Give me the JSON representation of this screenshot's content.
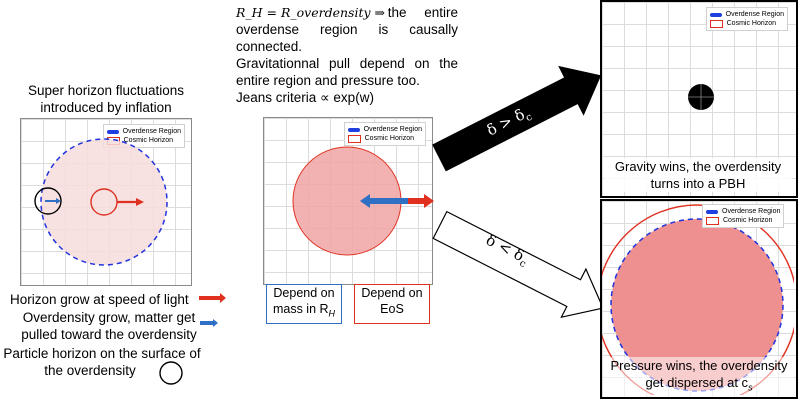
{
  "top_text": {
    "line1_math": "R_H = R_overdensity ⇒",
    "line1_rest": "the entire",
    "line2": "overdense region is causally",
    "line3": "connected.",
    "line4": "Gravitationnal pull depend on the",
    "line5": "entire region and pressure too.",
    "line6": "Jeans criteria ∝ exp(w)"
  },
  "left_title": "Super horizon fluctuations introduced by inflation",
  "legend": {
    "blue": "Overdense Region",
    "red": "Cosmic Horizon"
  },
  "left_notes": {
    "horizon_speed": "Horizon grow at speed of light",
    "overdensity_grow_1": "Overdensity grow, matter get",
    "overdensity_grow_2": "pulled toward the overdensity",
    "particle_1": "Particle horizon on the surface of",
    "particle_2": "the overdensity"
  },
  "boxes": {
    "mass": {
      "line1": "Depend on",
      "line2": "mass in R",
      "sub": "H"
    },
    "eos": {
      "line1": "Depend on",
      "line2": "EoS"
    }
  },
  "arrows": {
    "up": {
      "text": "δ > δ",
      "sub": "c"
    },
    "down": {
      "text": "δ < δ",
      "sub": "c"
    }
  },
  "right_top_caption": "Gravity wins, the overdensity turns into a PBH",
  "right_bottom_caption_1": "Pressure wins, the overdensity",
  "right_bottom_caption_2": "get dispersed at c",
  "right_bottom_caption_sub": "s",
  "colors": {
    "red": "#e03020",
    "blue": "#2f6fc4",
    "pink_fill": "#f3c9c9",
    "dashed_blue": "#2233dd"
  }
}
